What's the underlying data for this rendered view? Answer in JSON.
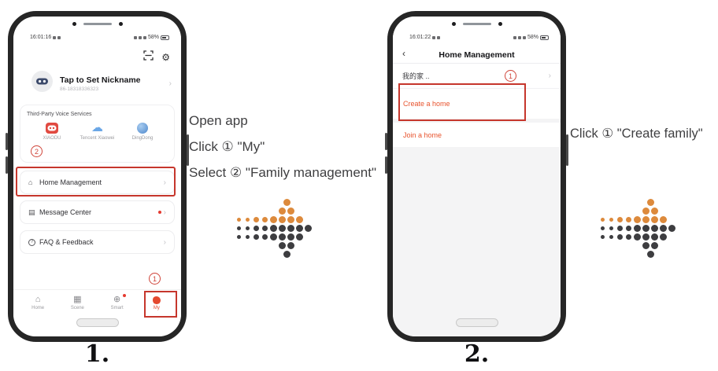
{
  "phone1": {
    "status": {
      "time": "16:01:16",
      "battery": "58%"
    },
    "profile": {
      "name": "Tap to Set Nickname",
      "account": "86-18318336323"
    },
    "voice": {
      "title": "Third-Party Voice Services",
      "items": [
        {
          "label": "XIAODU"
        },
        {
          "label": "Tencent Xiaowei"
        },
        {
          "label": "DingDong"
        }
      ]
    },
    "menu": [
      {
        "label": "Home Management"
      },
      {
        "label": "Message Center"
      },
      {
        "label": "FAQ & Feedback"
      }
    ],
    "tabs": [
      {
        "label": "Home"
      },
      {
        "label": "Scene"
      },
      {
        "label": "Smart"
      },
      {
        "label": "My"
      }
    ],
    "step_label": "1."
  },
  "phone2": {
    "status": {
      "time": "16:01:22",
      "battery": "58%"
    },
    "nav_title": "Home Management",
    "family_row": "我的家 ..",
    "actions": [
      {
        "label": "Create a home"
      },
      {
        "label": "Join a home"
      }
    ],
    "step_label": "2."
  },
  "annotations": {
    "left_lines": [
      "Open app",
      "Click ① \"My\"",
      "Select ② \"Family management\""
    ],
    "right_line": "Click ① \"Create family\"",
    "markers": {
      "my_tab": "1",
      "family_mgmt": "2",
      "create_home": "1"
    }
  },
  "glyphs": {
    "gear": "⚙",
    "chevron": "›",
    "back": "‹",
    "home": "⌂",
    "scene": "▦",
    "smart": "⊕",
    "board": "▤",
    "question": "?",
    "cloud": "☁"
  },
  "colors": {
    "highlight_red": "#c6362c",
    "marker_red": "#d0453a",
    "action_orange": "#e8542e",
    "tab_active_red": "#e4492f"
  },
  "logo": {
    "cell": 11,
    "colors": {
      "o": "#dd8a3c",
      "d": "#3d3d40"
    },
    "sizes": [
      0,
      5,
      7,
      9
    ],
    "dots": [
      [
        1,
        6.5,
        "o",
        3
      ],
      [
        2,
        6,
        "o",
        3
      ],
      [
        2,
        7,
        "o",
        3
      ],
      [
        3,
        1,
        "o",
        1
      ],
      [
        3,
        2,
        "o",
        1
      ],
      [
        3,
        3,
        "o",
        2
      ],
      [
        3,
        4,
        "o",
        2
      ],
      [
        3,
        5,
        "o",
        3
      ],
      [
        3,
        6,
        "o",
        3
      ],
      [
        3,
        7,
        "o",
        3
      ],
      [
        3,
        8,
        "o",
        3
      ],
      [
        4,
        1,
        "d",
        1
      ],
      [
        4,
        2,
        "d",
        1
      ],
      [
        4,
        3,
        "d",
        2
      ],
      [
        4,
        4,
        "d",
        2
      ],
      [
        4,
        5,
        "d",
        3
      ],
      [
        4,
        6,
        "d",
        3
      ],
      [
        4,
        7,
        "d",
        3
      ],
      [
        4,
        8,
        "d",
        3
      ],
      [
        4,
        9,
        "d",
        3
      ],
      [
        5,
        1,
        "d",
        1
      ],
      [
        5,
        2,
        "d",
        1
      ],
      [
        5,
        3,
        "d",
        2
      ],
      [
        5,
        4,
        "d",
        2
      ],
      [
        5,
        5,
        "d",
        3
      ],
      [
        5,
        6,
        "d",
        3
      ],
      [
        5,
        7,
        "d",
        3
      ],
      [
        5,
        8,
        "d",
        3
      ],
      [
        6,
        6,
        "d",
        3
      ],
      [
        6,
        7,
        "d",
        3
      ],
      [
        7,
        6.5,
        "d",
        3
      ]
    ]
  }
}
